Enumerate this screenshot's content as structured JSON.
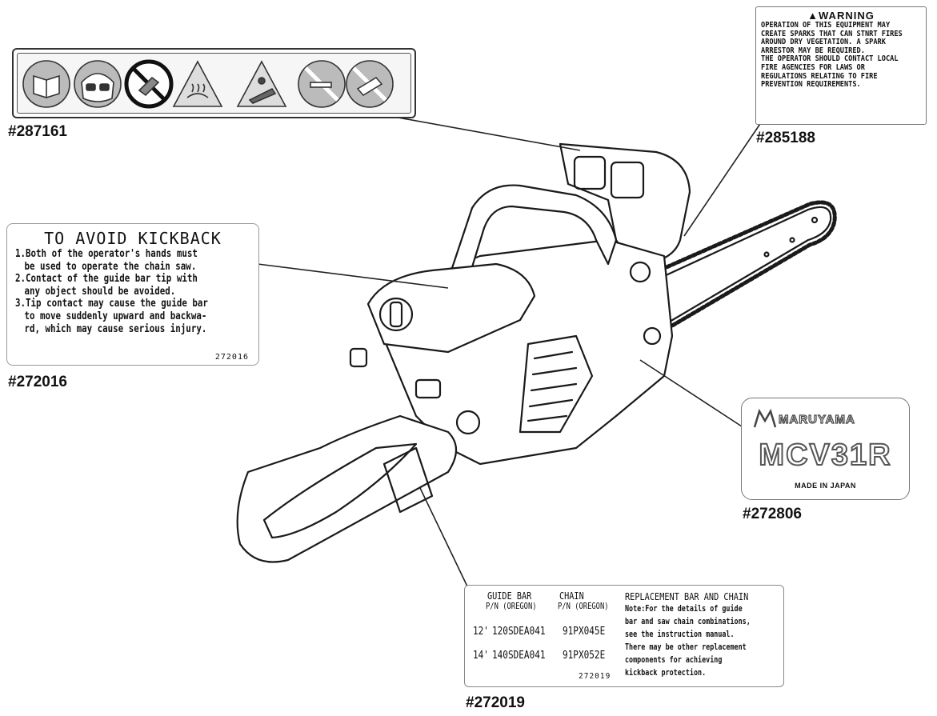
{
  "labels": {
    "safety_icons": {
      "part_number": "#287161",
      "icons": [
        "read-manual-icon",
        "eye-ear-protection-icon",
        "no-one-hand-use-icon",
        "warning-hot-surface-icon",
        "warning-kickback-icon",
        "no-smoking-icon",
        "no-chainsaw-by-children-icon"
      ]
    },
    "warning": {
      "part_number": "#285188",
      "heading": "▲WARNING",
      "lines": [
        "OPERATION OF THIS EQUIPMENT MAY",
        "CREATE SPARKS THAT CAN STNRT FIRES",
        "AROUND DRY VEGETATION. A SPARK",
        "ARRESTOR MAY BE REQUIRED.",
        "THE OPERATOR SHOULD CONTACT LOCAL",
        "FIRE AGENCIES FOR LAWS OR",
        "REGULATIONS RELATING TO FIRE",
        "PREVENTION REQUIREMENTS."
      ]
    },
    "kickback": {
      "part_number": "#272016",
      "title": "TO AVOID KICKBACK",
      "lines": [
        "1.Both of the operator's hands must",
        "  be used to operate the chain saw.",
        "2.Contact of the guide bar tip with",
        "  any object should be avoided.",
        "3.Tip contact may cause the guide bar",
        "  to move suddenly upward and backwa-",
        "  rd, which may cause serious injury."
      ],
      "code": "272016"
    },
    "brand": {
      "part_number": "#272806",
      "logo": "MARUYAMA",
      "model": "MCV31R",
      "made_in": "MADE IN JAPAN"
    },
    "replacement": {
      "part_number": "#272019",
      "col1_header": "GUIDE BAR",
      "col1_sub": "P/N (OREGON)",
      "col2_header": "CHAIN",
      "col2_sub": "P/N (OREGON)",
      "rows": [
        {
          "size": "12'",
          "bar": "120SDEA041",
          "chain": "91PX045E"
        },
        {
          "size": "14'",
          "bar": "140SDEA041",
          "chain": "91PX052E"
        }
      ],
      "code": "272019",
      "title": "REPLACEMENT BAR AND CHAIN",
      "note_lines": [
        "Note:For the details of guide",
        "bar and saw chain combinations,",
        "see the instruction manual.",
        "There may be other replacement",
        "components for achieving",
        "kickback protection."
      ]
    }
  }
}
